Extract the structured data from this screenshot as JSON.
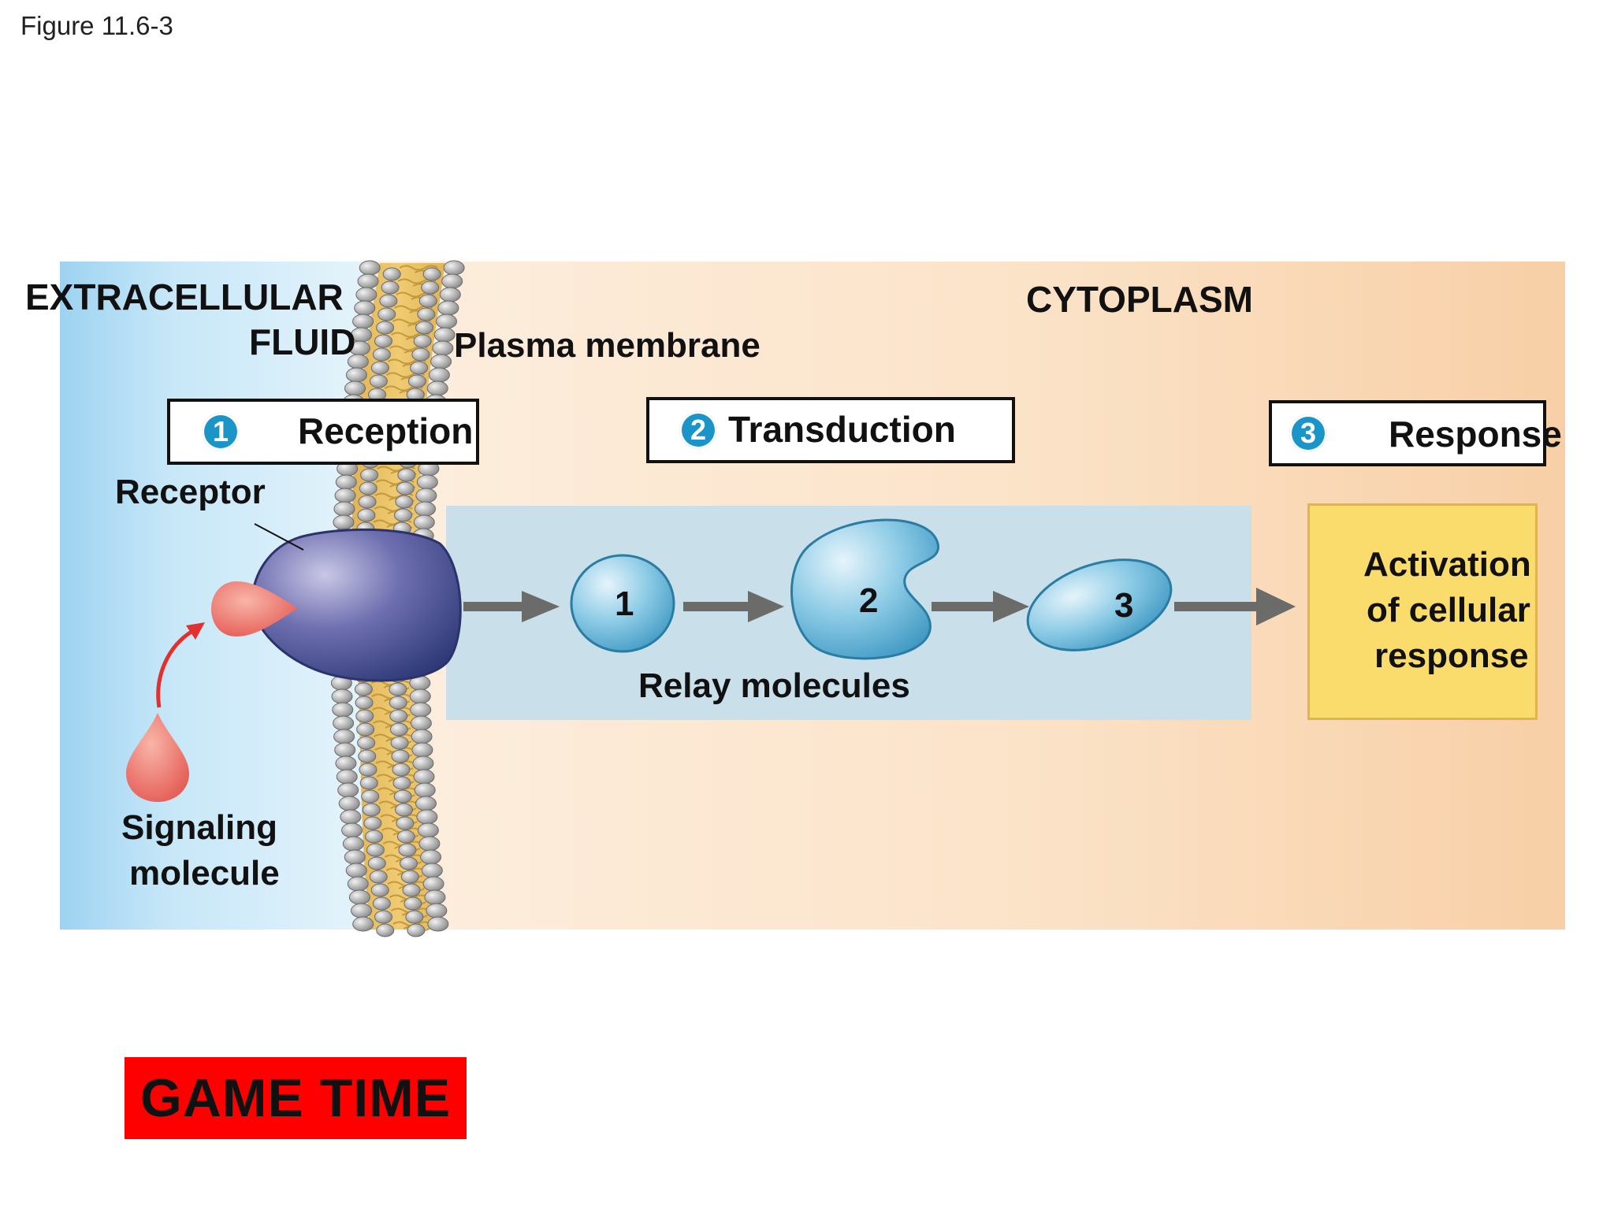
{
  "figure_label": "Figure 11.6-3",
  "regions": {
    "extracellular": [
      "EXTRACELLULAR",
      "FLUID"
    ],
    "cytoplasm": "CYTOPLASM",
    "membrane": "Plasma membrane"
  },
  "stages": [
    {
      "number": "1",
      "label": "Reception"
    },
    {
      "number": "2",
      "label": "Transduction"
    },
    {
      "number": "3",
      "label": "Response"
    }
  ],
  "labels": {
    "receptor": "Receptor",
    "signaling_molecule": [
      "Signaling",
      "molecule"
    ],
    "relay_molecules": "Relay molecules",
    "relay_numbers": [
      "1",
      "2",
      "3"
    ],
    "response": [
      "Activation",
      "of cellular",
      "response"
    ]
  },
  "game_time": "GAME TIME",
  "colors": {
    "extracellular": "#9dd3f1",
    "cytoplasm": "#fbe3c8",
    "relay_box": "#c9dfea",
    "response_box": "#f9dc6c",
    "badge": "#1b95c8",
    "receptor": "#4a4f93",
    "signal": "#e8605a",
    "game_time": "#fe0000"
  }
}
